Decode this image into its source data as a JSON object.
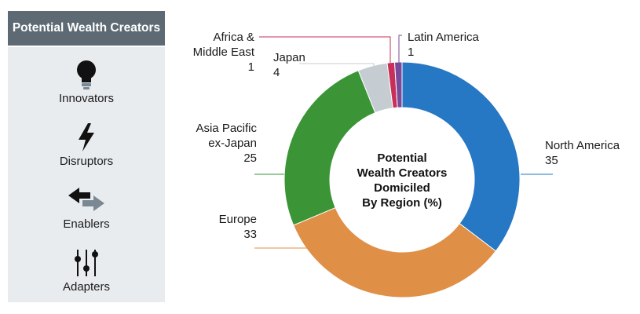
{
  "sidebar": {
    "title": "Potential Wealth Creators",
    "items": [
      {
        "label": "Innovators",
        "icon": "lightbulb-icon"
      },
      {
        "label": "Disruptors",
        "icon": "lightning-bolt-icon"
      },
      {
        "label": "Enablers",
        "icon": "two-way-arrows-icon"
      },
      {
        "label": "Adapters",
        "icon": "sliders-icon"
      }
    ]
  },
  "chart_data": {
    "type": "pie",
    "donut": true,
    "title": [
      "Potential",
      "Wealth Creators",
      "Domiciled",
      "By Region (%)"
    ],
    "slices": [
      {
        "label": [
          "North America"
        ],
        "value": 35,
        "color": "#2677c4"
      },
      {
        "label": [
          "Europe"
        ],
        "value": 33,
        "color": "#e08f47"
      },
      {
        "label": [
          "Asia Pacific",
          "ex-Japan"
        ],
        "value": 25,
        "color": "#3b9536"
      },
      {
        "label": [
          "Japan"
        ],
        "value": 4,
        "color": "#c5cdd3"
      },
      {
        "label": [
          "Africa &",
          "Middle East"
        ],
        "value": 1,
        "color": "#c8305a"
      },
      {
        "label": [
          "Latin America"
        ],
        "value": 1,
        "color": "#7a4a9a"
      }
    ]
  }
}
